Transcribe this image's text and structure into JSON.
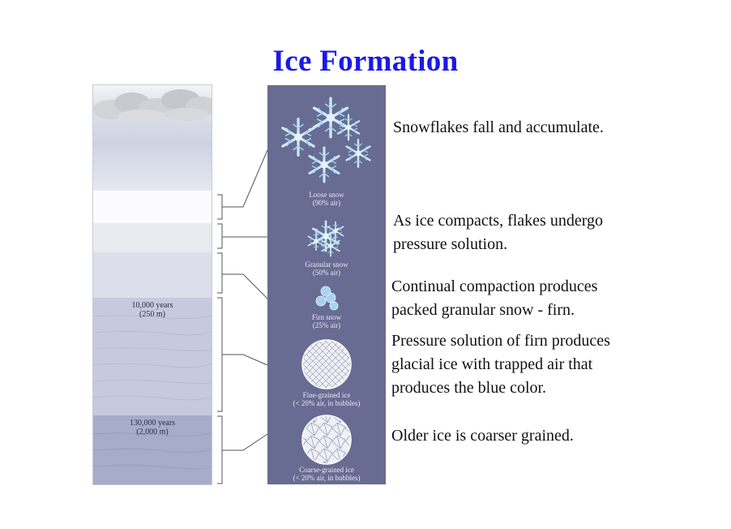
{
  "title": "Ice Formation",
  "column_labels": [
    {
      "line1": "10,000 years",
      "line2": "(250 m)"
    },
    {
      "line1": "130,000 years",
      "line2": "(2,000 m)"
    }
  ],
  "stages": [
    {
      "name": "Loose snow",
      "air": "(90% air)"
    },
    {
      "name": "Granular snow",
      "air": "(50% air)"
    },
    {
      "name": "Firn snow",
      "air": "(25% air)"
    },
    {
      "name": "Fine-grained ice",
      "air": "(< 20% air, in bubbles)"
    },
    {
      "name": "Coarse-grained ice",
      "air": "(< 20% air, in bubbles)"
    }
  ],
  "descriptions": [
    {
      "line1": "Snowflakes fall and accumulate.",
      "line2": ""
    },
    {
      "line1": "As ice compacts, flakes undergo",
      "line2": "pressure solution."
    },
    {
      "line1": "Continual compaction produces",
      "line2": "packed granular snow - firn."
    },
    {
      "line1": "Pressure solution of firn produces",
      "line2": "glacial ice with trapped air that",
      "line3": "produces the blue color."
    },
    {
      "line1": "Older ice is coarser grained.",
      "line2": ""
    }
  ],
  "colors": {
    "title": "#1a1ae6",
    "panel": "#686c92",
    "snowflake": "#bfe4f7",
    "connector": "#555555"
  }
}
